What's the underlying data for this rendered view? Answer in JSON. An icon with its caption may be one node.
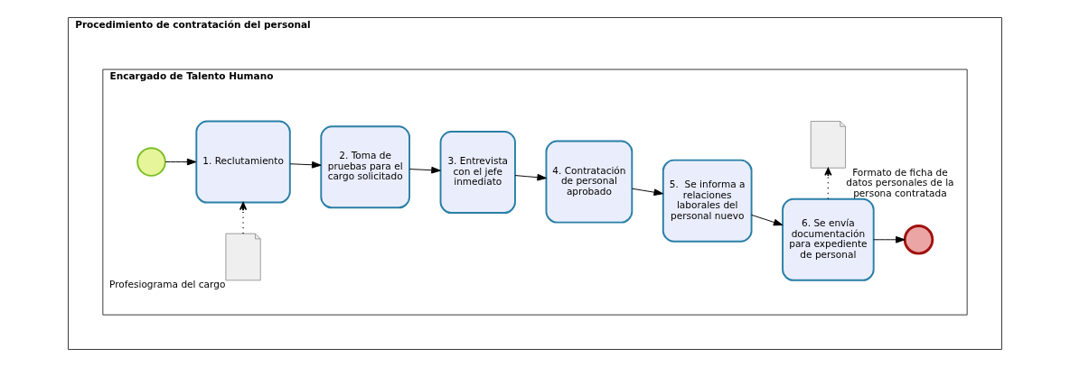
{
  "diagram": {
    "nodes": [
      {
        "text": [
          "Procedimiento de contratación del personal"
        ]
      },
      {
        "text": [
          "Encargado de Talento Humano"
        ],
        "in": 0
      },
      {
        "text": [],
        "shape": "circle",
        "in": 1
      },
      {
        "text": [
          "1. Reclutamiento"
        ],
        "in": 1
      },
      {
        "text": [
          "2. Toma de pruebas para el cargo solicitado"
        ],
        "in": 1
      },
      {
        "text": [
          "3. Entrevista con el jefe inmediato"
        ],
        "in": 1
      },
      {
        "text": [
          "4. Contratación de personal aprobado"
        ],
        "in": 1
      },
      {
        "text": [
          "5.  Se informa a relaciones laborales del personal nuevo"
        ],
        "in": 1
      },
      {
        "text": [
          "6. Se envía documentación para expediente de personal"
        ],
        "in": 1
      },
      {
        "text": [],
        "shape": "circle",
        "in": 1
      },
      {
        "text": [],
        "shape": "document",
        "in": 1,
        "beside": [
          "Profesiograma del cargo"
        ]
      },
      {
        "text": [],
        "shape": "document",
        "in": 1,
        "beside": [
          "Formato de ficha de datos personales de la persona contratada"
        ]
      }
    ],
    "edges": [
      {
        "from": 2,
        "to": 3,
        "arrow": "to"
      },
      {
        "from": 3,
        "to": 4,
        "arrow": "to"
      },
      {
        "from": 4,
        "to": 5,
        "arrow": "to"
      },
      {
        "from": 5,
        "to": 6,
        "arrow": "to"
      },
      {
        "from": 6,
        "to": 7,
        "arrow": "to"
      },
      {
        "from": 7,
        "to": 8,
        "arrow": "to"
      },
      {
        "from": 8,
        "to": 9,
        "arrow": "to"
      },
      {
        "from": 10,
        "to": 3,
        "arrow": "to",
        "style": "dashed"
      },
      {
        "from": 8,
        "to": 11,
        "arrow": "to",
        "style": "dashed"
      }
    ]
  }
}
